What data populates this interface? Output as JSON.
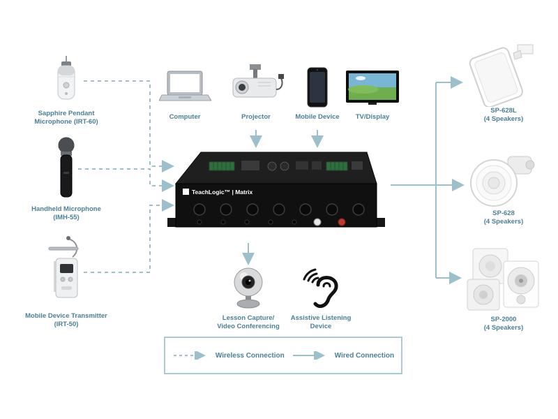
{
  "palette": {
    "label_color": "#4a7f97",
    "line_color": "#9bbfcb",
    "legend_border": "#abc9d4",
    "hub_body": "#101010"
  },
  "left_sources": [
    {
      "icon": "pendant-microphone-icon",
      "label": "Sapphire Pendant\nMicrophone (IRT-60)"
    },
    {
      "icon": "handheld-microphone-icon",
      "label": "Handheld Microphone\n(IMH-55)"
    },
    {
      "icon": "bodypack-transmitter-icon",
      "label": "Mobile Device Transmitter\n(IRT-50)"
    }
  ],
  "top_sources": [
    {
      "icon": "laptop-icon",
      "label": "Computer"
    },
    {
      "icon": "projector-icon",
      "label": "Projector"
    },
    {
      "icon": "smartphone-icon",
      "label": "Mobile Device"
    },
    {
      "icon": "tv-icon",
      "label": "TV/Display"
    }
  ],
  "hub": {
    "icon": "matrix-amplifier-icon",
    "brand": "TeachLogic™ | Matrix"
  },
  "bottom_devices": [
    {
      "icon": "webcam-icon",
      "label": "Lesson Capture/\nVideo Conferencing"
    },
    {
      "icon": "assistive-listening-icon",
      "label": "Assistive Listening\nDevice"
    }
  ],
  "right_outputs": [
    {
      "icon": "wall-speaker-icon",
      "label": "SP-628L\n(4 Speakers)"
    },
    {
      "icon": "ceiling-speaker-icon",
      "label": "SP-628\n(4 Speakers)"
    },
    {
      "icon": "speaker-cluster-icon",
      "label": "SP-2000\n(4 Speakers)"
    }
  ],
  "legend": {
    "wireless_label": "Wireless Connection",
    "wired_label": "Wired Connection"
  }
}
